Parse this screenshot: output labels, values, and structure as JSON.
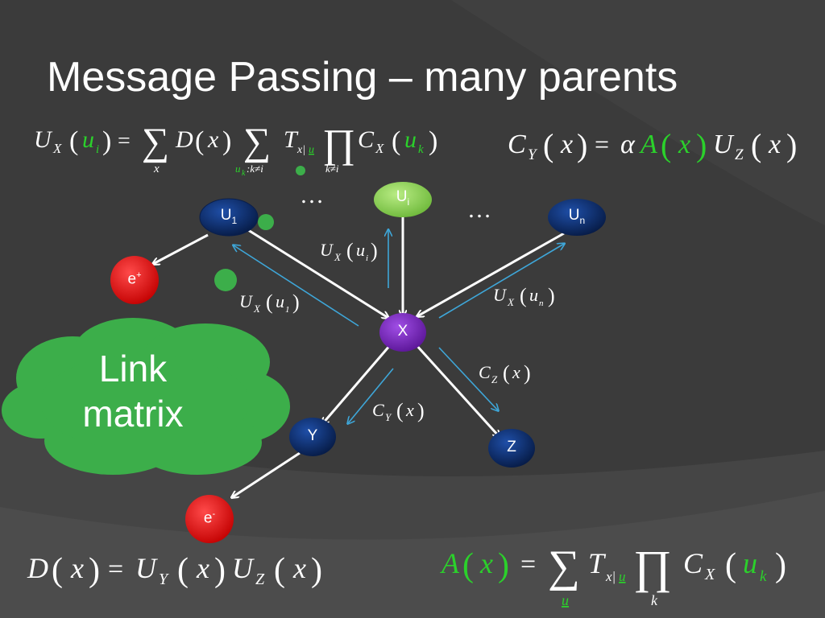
{
  "title": "Message Passing – many parents",
  "nodes": {
    "u1": "U1",
    "ui": "Ui",
    "un": "Un",
    "x": "X",
    "y": "Y",
    "z": "Z",
    "e_plus": "e+",
    "e_minus": "e-"
  },
  "ellipsis": "…",
  "cloud": {
    "line1": "Link",
    "line2": "matrix"
  },
  "equations": {
    "ux_ui": "U_X(u_i) = Σ_x D(x) Σ_{u_k: k≠i} T_{x|u} Π_{k≠i} C_X(u_k)",
    "cy_x": "C_Y(x) = α A(x) U_Z(x)",
    "d_x": "D(x) = U_Y(x) U_Z(x)",
    "a_x": "A(x) = Σ_u T_{x|u} Π_k C_X(u_k)"
  },
  "messages": {
    "ux_ui": "U_X(u_i)",
    "ux_u1": "U_X(u_1)",
    "ux_un": "U_X(u_n)",
    "cz_x": "C_Z(x)",
    "cy_x": "C_Y(x)"
  },
  "colors": {
    "background": "#3b3b3b",
    "node_dark_blue": "#0d2f6e",
    "node_green": "#8fcf5a",
    "node_purple": "#7b2bbf",
    "node_red": "#e01010",
    "cloud_green": "#3cae4a",
    "message_arrow": "#3ea6d8",
    "math_green": "#2bd12b"
  }
}
